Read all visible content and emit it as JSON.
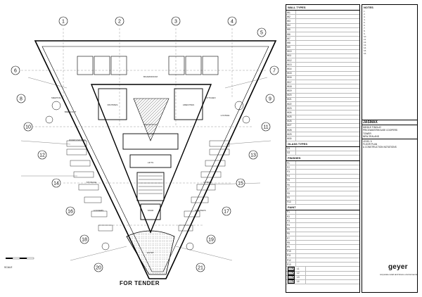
{
  "plan": {
    "grid_bubbles": [
      "1",
      "2",
      "3",
      "4",
      "5",
      "6",
      "7",
      "8",
      "9",
      "10",
      "11",
      "12",
      "13",
      "14",
      "15",
      "16",
      "17",
      "18",
      "19",
      "20",
      "21"
    ],
    "room_labels": [
      "WORKSTATIONS",
      "MEETING",
      "KITCHEN",
      "RECEPTION",
      "PANTRIES",
      "LIFTS",
      "STAIR",
      "AMENITIES",
      "STORAGE",
      "COMMS",
      "LOCKERS",
      "PRINTERS",
      "BREAKOUT",
      "LOUNGE",
      "BOARDROOM",
      "ENTRY"
    ],
    "tender_label": "FOR TENDER",
    "scale_label": "SCALE"
  },
  "schedule": {
    "wall_types_title": "WALL TYPES",
    "wall_rows": [
      "W1",
      "W2",
      "W3",
      "W4",
      "W5",
      "W6",
      "W7",
      "W8",
      "W9",
      "W10",
      "W11",
      "W12",
      "W13",
      "W14",
      "W15",
      "W16",
      "W17",
      "W18",
      "W19",
      "W20",
      "W21",
      "W22",
      "W23",
      "W24",
      "W25",
      "W26",
      "W27",
      "W28",
      "W29",
      "W30"
    ],
    "glass_types_title": "GLASS TYPES",
    "glass_rows": [
      "G1",
      "G2"
    ],
    "finishes_title": "FINISHES",
    "finish_rows": [
      "F1",
      "F2",
      "F3",
      "F4",
      "F5",
      "F6",
      "F7",
      "F8",
      "F9",
      "F10"
    ],
    "paint_title": "PAINT",
    "paint_rows": [
      "P1",
      "P2",
      "P3",
      "P4",
      "P5",
      "P6",
      "P7",
      "P8",
      "P9",
      "P10",
      "P11",
      "P12",
      "P13"
    ],
    "legend_rows": [
      "L1",
      "L2",
      "L3",
      "L4"
    ]
  },
  "notes": {
    "title": "NOTES",
    "items": [
      "1.",
      "2.",
      "3.",
      "4.",
      "5.",
      "6.",
      "7.",
      "8.",
      "9.",
      "10.",
      "11.",
      "12.",
      "13.",
      "14.",
      "15.",
      "16."
    ]
  },
  "title_block": {
    "client": "JASMAX",
    "project_lines": [
      "MIDDLE FINDLAY",
      "PRICEWATERHOUSE COOPERS",
      "TOWER",
      "NEW ZEALAND"
    ],
    "sheet_lines": [
      "LEVEL 5",
      "FLOOR PLAN",
      "& CONSTRUCTION NOTATIONS"
    ]
  },
  "logo": {
    "name": "geyer",
    "tagline": "corporate retail and future environments"
  },
  "colors": {
    "ink": "#111111",
    "paper": "#ffffff",
    "hatch": "#000000"
  }
}
